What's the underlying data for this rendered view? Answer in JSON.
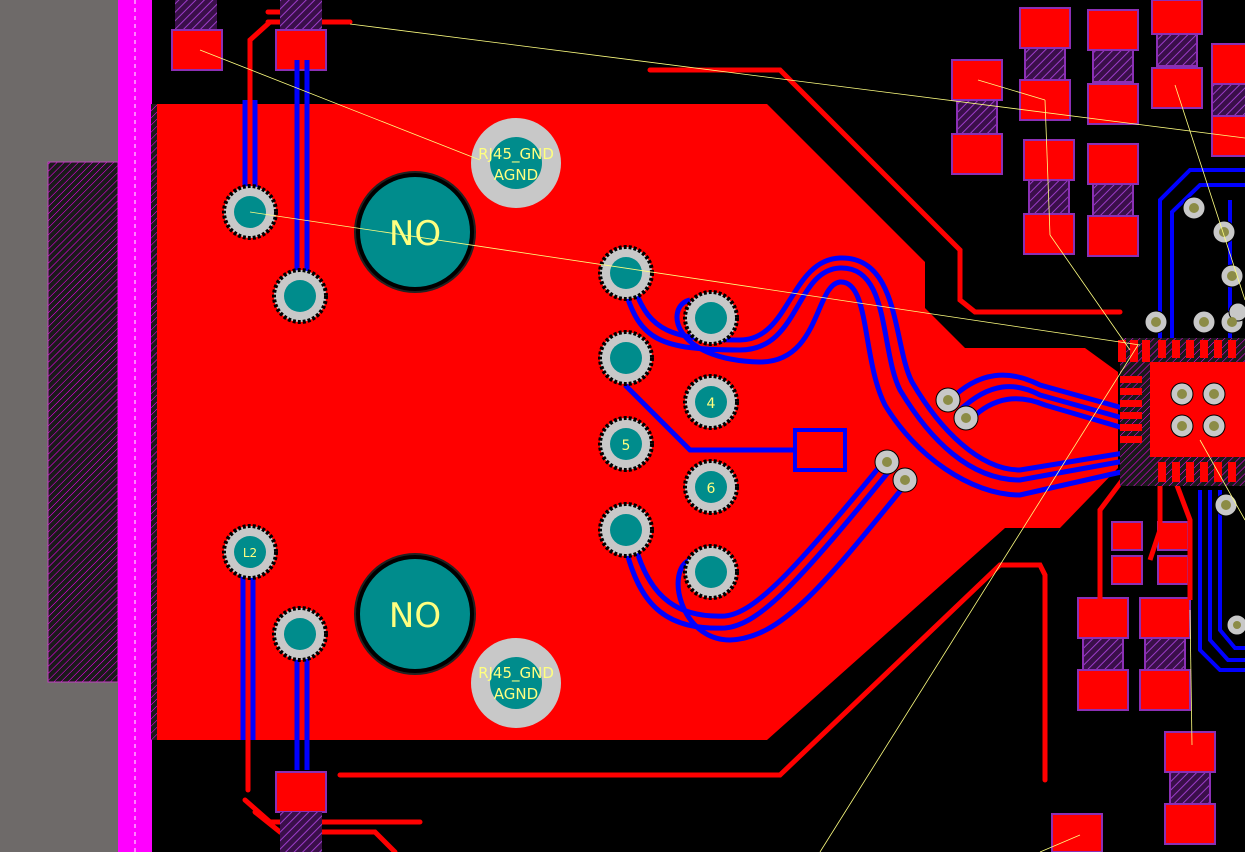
{
  "canvas": {
    "background": "#000000",
    "board_edge_color": "#6e6a69",
    "keepout_color": "#ff00ff",
    "copper_top": "#ff0000",
    "copper_bottom": "#0000ff",
    "pad_color": "#008c8c",
    "ratsnest_color": "#ffff80"
  },
  "connector": {
    "mount_hole_labels": [
      "NO",
      "NO"
    ],
    "gnd_hole_labels": [
      {
        "line1": "RJ45_GND",
        "line2": "AGND"
      },
      {
        "line1": "RJ45_GND",
        "line2": "AGND"
      }
    ],
    "pin_labels": [
      "4",
      "5",
      "6"
    ],
    "led_label": "L2"
  }
}
